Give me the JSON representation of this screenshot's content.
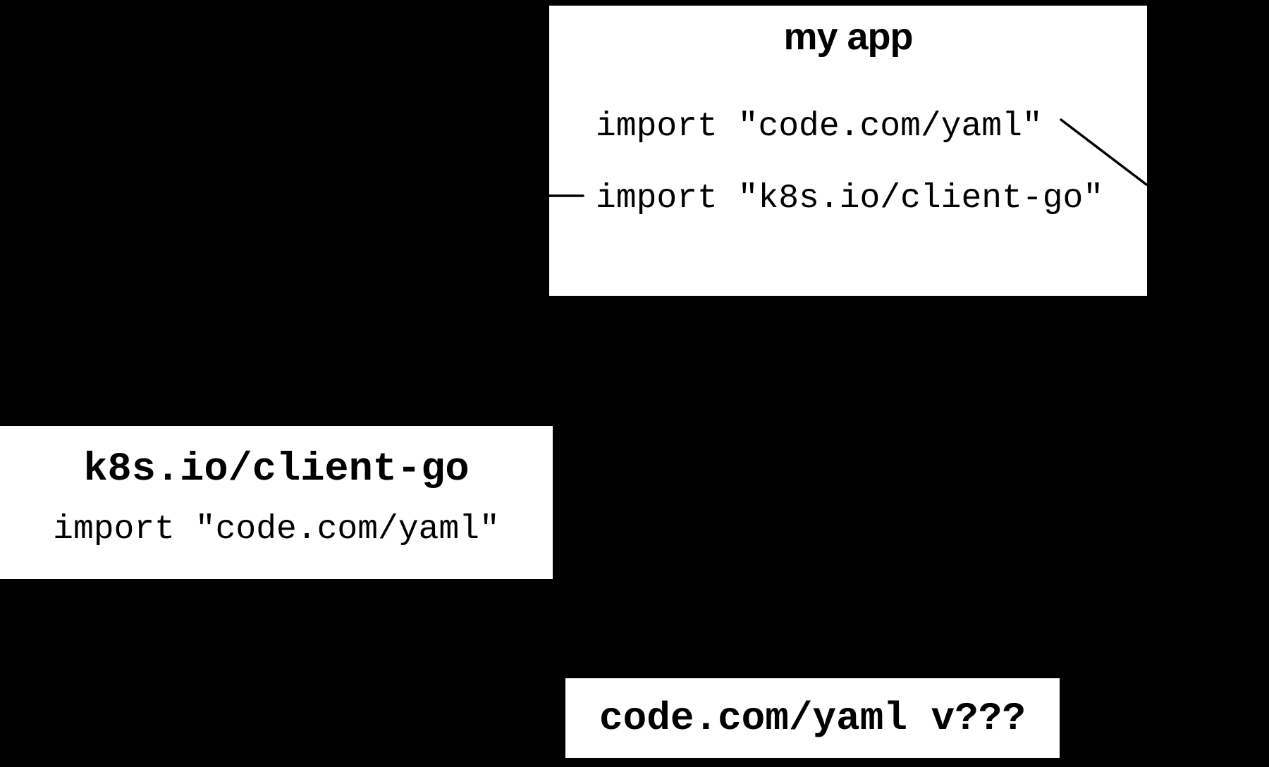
{
  "diagram": {
    "colors": {
      "background": "#000000",
      "box_fill": "#ffffff",
      "ink": "#000000"
    },
    "boxes": {
      "my_app": {
        "title": "my app",
        "imports": {
          "0": "import \"code.com/yaml\"",
          "1": "import \"k8s.io/client-go\""
        }
      },
      "client_go": {
        "title": "k8s.io/client-go",
        "imports": {
          "0": "import \"code.com/yaml\""
        }
      },
      "yaml_version": {
        "title": "code.com/yaml v???"
      }
    }
  }
}
